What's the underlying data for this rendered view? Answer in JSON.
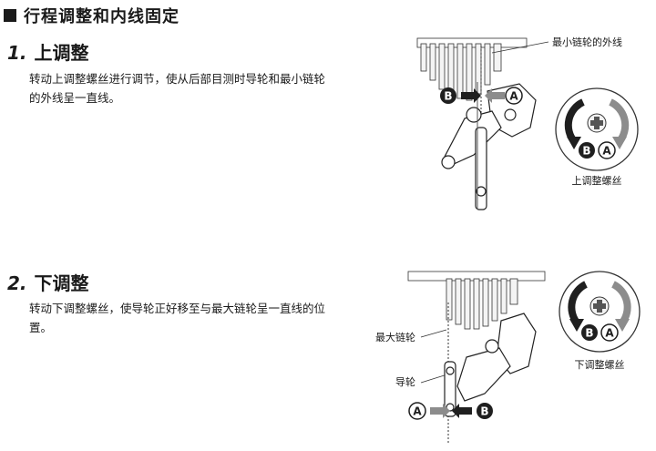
{
  "page": {
    "title": "行程调整和内线固定"
  },
  "steps": [
    {
      "number": "1.",
      "heading": "上调整",
      "text": "转动上调整螺丝进行调节，使从后部目测时导轮和最小链轮的外线呈一直线。",
      "figure": {
        "callout_top": "最小链轮的外线",
        "dial_label": "上调整螺丝",
        "marker_a": "A",
        "marker_b": "B"
      }
    },
    {
      "number": "2.",
      "heading": "下调整",
      "text": "转动下调整螺丝，使导轮正好移至与最大链轮呈一直线的位置。",
      "figure": {
        "callout_cog": "最大链轮",
        "callout_pulley": "导轮",
        "dial_label": "下调整螺丝",
        "marker_a": "A",
        "marker_b": "B"
      }
    }
  ],
  "colors": {
    "dark_arrow": "#1f1f1f",
    "gray_arrow": "#8c8c8c",
    "line": "#333333"
  }
}
